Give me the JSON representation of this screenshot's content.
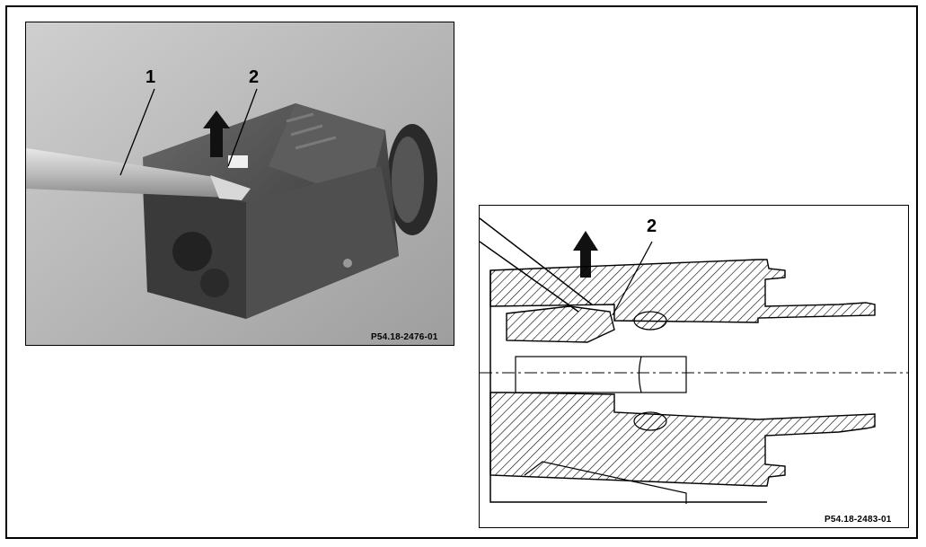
{
  "photo": {
    "callout_1": "1",
    "callout_2": "2",
    "reference": "P54.18-2476-01"
  },
  "drawing": {
    "callout_2": "2",
    "reference": "P54.18-2483-01"
  },
  "colors": {
    "photo_background": "#b9b9b9",
    "connector_body": "#4a4a4a",
    "line": "#000000"
  }
}
